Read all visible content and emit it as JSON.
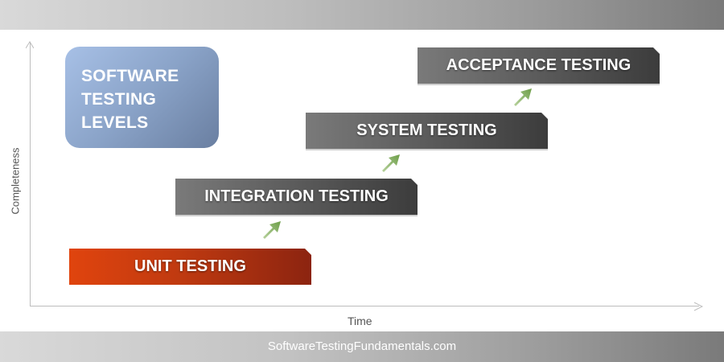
{
  "header": {
    "band": "decorative-gradient"
  },
  "diagram": {
    "title_lines": [
      "SOFTWARE",
      "TESTING",
      "LEVELS"
    ],
    "axes": {
      "y_label": "Completeness",
      "x_label": "Time"
    },
    "levels": [
      {
        "label": "UNIT TESTING",
        "color": "#c93a10",
        "order": 1
      },
      {
        "label": "INTEGRATION TESTING",
        "color": "#5e5e5e",
        "order": 2
      },
      {
        "label": "SYSTEM TESTING",
        "color": "#5e5e5e",
        "order": 3
      },
      {
        "label": "ACCEPTANCE TESTING",
        "color": "#5e5e5e",
        "order": 4
      }
    ],
    "arrow_icon": "up-right-arrow-icon",
    "arrow_color": "#7fae5a",
    "title_box_color": "#8aa3c8"
  },
  "footer": {
    "text": "SoftwareTestingFundamentals.com"
  }
}
